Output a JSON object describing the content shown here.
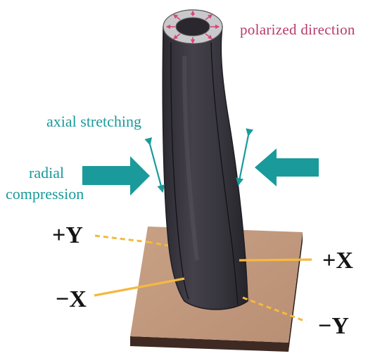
{
  "labels": {
    "polarized": "polarized direction",
    "axial": "axial stretching",
    "radial_line1": "radial",
    "radial_line2": "compression",
    "plus_y": "+Y",
    "minus_y": "−Y",
    "plus_x": "+X",
    "minus_x": "−X"
  },
  "colors": {
    "annotation_teal": "#1a9a9b",
    "polarized_pink": "#b83a6a",
    "axis_orange": "#f4b940",
    "tube_dark": "#3a3840",
    "tube_inner": "#c8c8c8",
    "substrate_top": "#c29b7f",
    "substrate_side": "#3e2a22",
    "axis_text": "#141414"
  }
}
